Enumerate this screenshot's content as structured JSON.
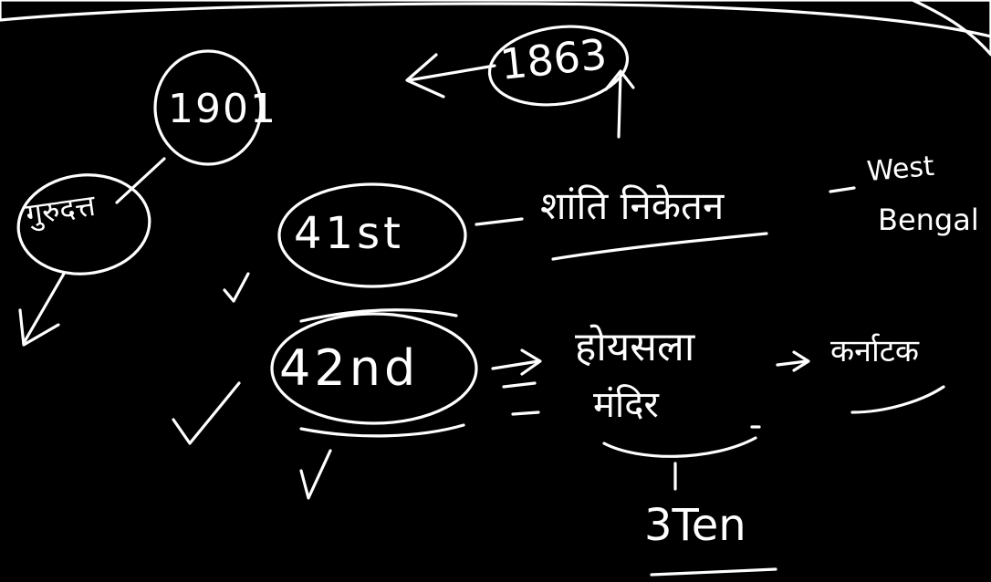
{
  "board": {
    "year_1863": "1863",
    "year_1901": "1901",
    "circled_word": "गुरुदत्त",
    "ordinal_41": "41st",
    "shantiniketan": "शांति निकेतन",
    "west": "West",
    "bengal": "Bengal",
    "ordinal_42": "42nd",
    "hoysala": "होयसला",
    "mandir": "मंदिर",
    "karnataka": "कर्नाटक",
    "three_ten": "3Ten"
  },
  "colors": {
    "background": "#000000",
    "ink": "#ffffff",
    "frame_glow": "#f2b83a"
  }
}
